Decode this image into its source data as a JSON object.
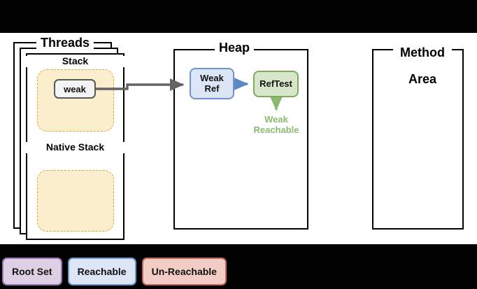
{
  "diagram": {
    "groups": {
      "threads": {
        "title": "Threads"
      },
      "heap": {
        "title": "Heap"
      },
      "method_area": {
        "title_line1": "Method",
        "title_line2": "Area"
      }
    },
    "thread_regions": {
      "stack_label": "Stack",
      "native_stack_label": "Native\nStack"
    },
    "nodes": {
      "weak": {
        "label": "weak"
      },
      "weak_ref": {
        "label": "Weak\nRef"
      },
      "ref_test": {
        "label": "RefTest"
      }
    },
    "annotations": {
      "weak_reachable": "Weak\nReachable"
    },
    "legend": [
      {
        "label": "Root Set",
        "fill": "#ddd0e4",
        "stroke": "#9b74b4"
      },
      {
        "label": "Reachable",
        "fill": "#dce6f7",
        "stroke": "#6f94cd"
      },
      {
        "label": "Un-Reachable",
        "fill": "#f2ccc5",
        "stroke": "#c0675b"
      }
    ],
    "colors": {
      "background": "#000000",
      "canvas": "#ffffff",
      "stack_region_fill": "#fbeecd",
      "stack_region_stroke": "#d9a93b",
      "root_node_fill": "#f4f4f4",
      "root_node_stroke": "#595959",
      "reachable_fill": "#dce6f7",
      "reachable_stroke": "#6f94cd",
      "weak_reachable_text": "#8cb972",
      "reftest_fill": "#d7e6cb",
      "reftest_stroke": "#7daa5c",
      "arrow_gray": "#646464",
      "arrow_blue": "#5b87c7",
      "arrow_green": "#8cb972"
    }
  }
}
